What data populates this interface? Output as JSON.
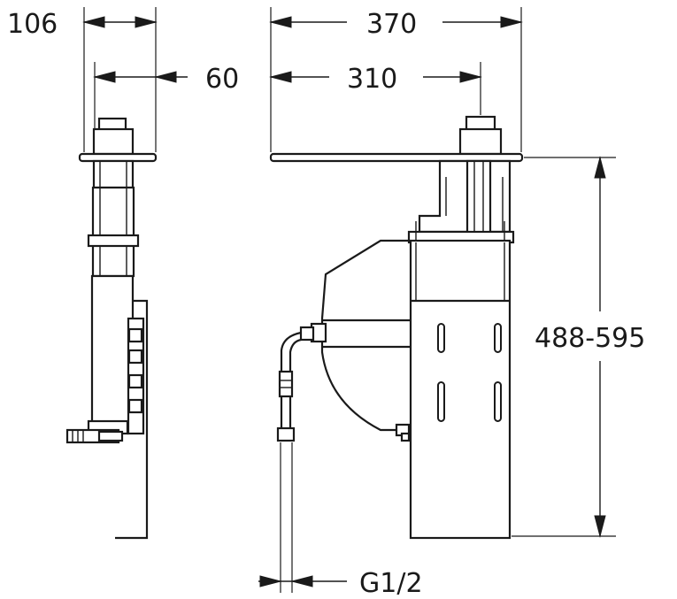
{
  "dimensions": {
    "d106": "106",
    "d60": "60",
    "d370": "370",
    "d310": "310",
    "height_range": "488-595",
    "thread": "G1/2"
  }
}
